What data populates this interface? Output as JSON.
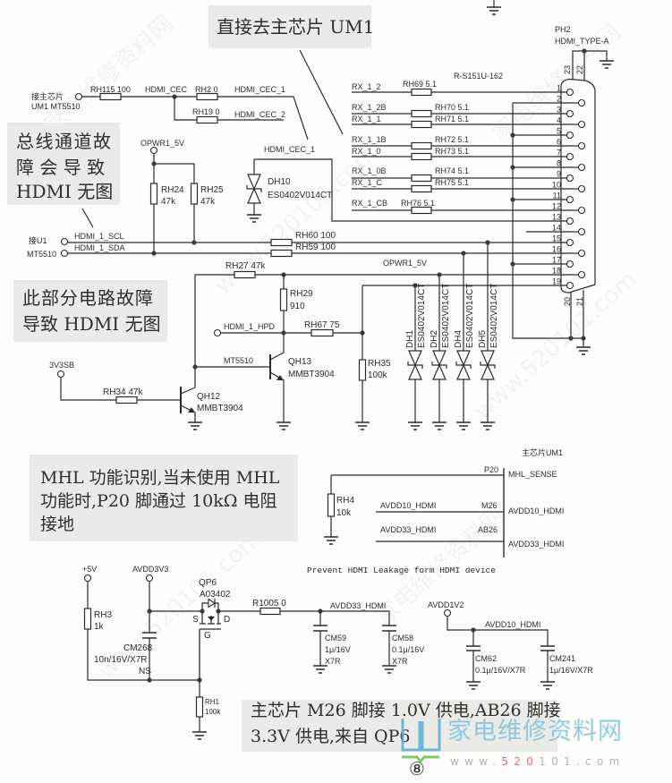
{
  "annotations": {
    "direct_to_um1": "直接去主芯片 UM1",
    "bus_fault": [
      "总线通道故",
      "障 会 导 致",
      "HDMI 无图"
    ],
    "hpd_fault": [
      "此部分电路故障",
      "导致 HDMI 无图"
    ],
    "mhl_note": [
      "MHL 功能识别,当未使用 MHL",
      "功能时,P20 脚通过 10kΩ 电阻",
      "接地"
    ],
    "power_note": [
      "主芯片 M26 脚接 1.0V 供电,AB26 脚接",
      "3.3V 供电,来自 QP6"
    ]
  },
  "cec": {
    "source": [
      "接主芯片",
      "UM1 MT5510"
    ],
    "rh115": "RH115 100",
    "net": "HDMI_CEC",
    "rh2": "RH2 0",
    "net1": "HDMI_CEC_1",
    "rh19": "RH19 0",
    "net2": "HDMI_CEC_2",
    "dh10_net": "HDMI_CEC_1",
    "dh10": [
      "DH10",
      "ES0402V014CT"
    ]
  },
  "ddc": {
    "source": [
      "接U1",
      "MT5510"
    ],
    "scl": "HDMI_1_SCL",
    "sda": "HDMI_1_SDA",
    "pullup_rail": "OPWR1_5V",
    "rh24": [
      "RH24",
      "47k"
    ],
    "rh25": [
      "RH25",
      "47k"
    ],
    "rh60": "RH60 100",
    "rh59": "RH59 100"
  },
  "connector": {
    "ref": "PH2",
    "type": "HDMI_TYPE-A",
    "resistor_array": "R-S151U-162",
    "pins": [
      "1",
      "2",
      "3",
      "4",
      "5",
      "6",
      "7",
      "8",
      "9",
      "10",
      "11",
      "12",
      "13",
      "14",
      "15",
      "16",
      "17",
      "18",
      "19",
      "20",
      "21",
      "22",
      "23"
    ],
    "signals": [
      {
        "net": "RX_1_2",
        "res": "RH69 5.1",
        "pin": 1
      },
      {
        "net": "RX_1_2B",
        "res": "RH70 5.1",
        "pin": 3
      },
      {
        "net": "RX_1_1",
        "res": "RH71 5.1",
        "pin": 4
      },
      {
        "net": "RX_1_1B",
        "res": "RH72 5.1",
        "pin": 6
      },
      {
        "net": "RX_1_0",
        "res": "RH73 5.1",
        "pin": 7
      },
      {
        "net": "RX_1_0B",
        "res": "RH74 5.1",
        "pin": 9
      },
      {
        "net": "RX_1_C",
        "res": "RH75 5.1",
        "pin": 10
      },
      {
        "net": "RX_1_CB",
        "res": "RH76 5.1",
        "pin": 12
      }
    ]
  },
  "hpd": {
    "rh27": "RH27 47k",
    "rail": "OPWR1_5V",
    "rh29": [
      "RH29",
      "910"
    ],
    "net": "HDMI_1_HPD",
    "rh67": "RH67 75",
    "rh35": [
      "RH35",
      "100k"
    ],
    "qh13": [
      "QH13",
      "MMBT3904"
    ],
    "base_net": "MT5510",
    "qh12": [
      "QH12",
      "MMBT3904"
    ],
    "supply": "3V3SB",
    "rh34": "RH34 47k",
    "tvs": [
      {
        "ref": "DH1",
        "part": "ES0402V014CT"
      },
      {
        "ref": "DH2",
        "part": "ES0402V014CT"
      },
      {
        "ref": "DH4",
        "part": "ES0402V014CT"
      },
      {
        "ref": "DH5",
        "part": "ES0402V014CT"
      }
    ]
  },
  "mhl": {
    "chip": "主芯片UM1",
    "p20": "P20",
    "p20_name": "MHL_SENSE",
    "rh4": [
      "RH4",
      "10k"
    ],
    "m26_net": "AVDD10_HDMI",
    "m26": "M26",
    "m26_name": "AVDD10_HDMI",
    "ab26_net": "AVDD33_HDMI",
    "ab26": "AB26",
    "ab26_name": "AVDD33_HDMI",
    "note": "Prevent HDMI Leakage form HDMI device"
  },
  "power": {
    "p5v": "+5V",
    "rh3": [
      "RH3",
      "1k"
    ],
    "avdd3v3": "AVDD3V3",
    "cm268": [
      "CM268",
      "10n/16V/X7R",
      "NS"
    ],
    "qp6": [
      "QP6",
      "A03402"
    ],
    "pin_s": "S",
    "pin_d": "D",
    "pin_g": "G",
    "r1005": "R1005 0",
    "avdd33_net": "AVDD33_HDMI",
    "cm59": [
      "CM59",
      "1μ/16V",
      "X7R"
    ],
    "cm58": [
      "CM58",
      "0.1μ/16V",
      "X7R"
    ],
    "avdd1v2": "AVDD1V2",
    "avdd10_net": "AVDD10_HDMI",
    "cm62": [
      "CM62",
      "0.1μ/16V/X7R"
    ],
    "cm241": [
      "CM241",
      "1μ/16V/X7R"
    ],
    "rh1": [
      "RH1",
      "100k"
    ]
  },
  "page_number": "⑧",
  "watermark": {
    "brand": "家电维修资料网",
    "url_prefix": "www.",
    "url_highlight": "520",
    "url_suffix": "101.com"
  },
  "colors": {
    "ink": "#2b2b2b",
    "note_box": "#ebebe5",
    "logo_blue": "#5aaed6",
    "logo_green": "#6cc04a",
    "logo_text": "#7fc3dd",
    "url_red": "#ee6a6a"
  }
}
